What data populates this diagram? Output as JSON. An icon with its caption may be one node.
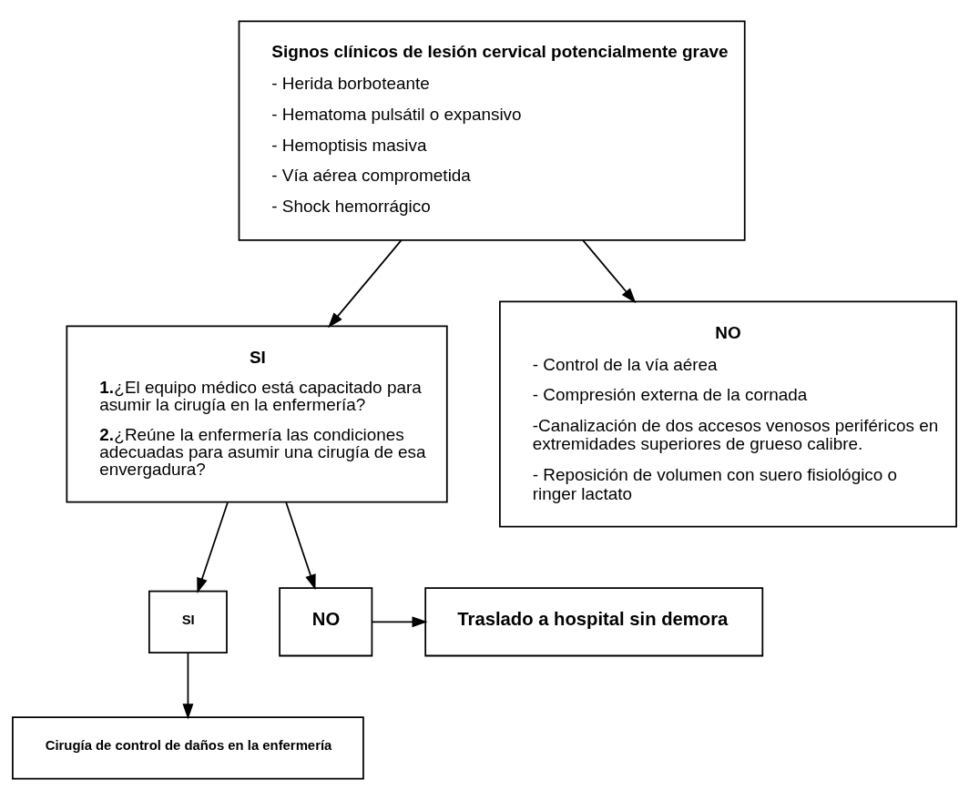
{
  "diagram": {
    "nodes": [
      {
        "text": [
          "Signos clínicos de lesión cervical potencialmente grave",
          "- Herida borboteante",
          "- Hematoma pulsátil o expansivo",
          "- Hemoptisis masiva",
          "- Vía aérea comprometida",
          "- Shock hemorrágico"
        ]
      },
      {
        "text": [
          "SI",
          "**1.**¿El equipo médico está capacitado para asumir la cirugía en la enfermería?",
          "**2.**¿Reúne la enfermería las condiciones adecuadas para asumir una cirugía de esa envergadura?"
        ]
      },
      {
        "text": [
          "NO",
          "- Control de la vía aérea",
          "- Compresión externa de la cornada",
          "-Canalización de dos accesos venosos periféricos en extremidades superiores de grueso calibre.",
          "- Reposición de volumen con suero fisiológico o ringer lactato"
        ]
      },
      {
        "text": [
          "SI"
        ]
      },
      {
        "text": [
          "NO"
        ]
      },
      {
        "text": [
          "Traslado a hospital sin demora"
        ]
      },
      {
        "text": [
          "Cirugía de control de daños en la enfermería"
        ]
      }
    ],
    "edges": [
      {
        "from": 0,
        "to": 1,
        "arrow": "to"
      },
      {
        "from": 0,
        "to": 2,
        "arrow": "to"
      },
      {
        "from": 1,
        "to": 3,
        "arrow": "to"
      },
      {
        "from": 1,
        "to": 4,
        "arrow": "to"
      },
      {
        "from": 4,
        "to": 5,
        "arrow": "to"
      },
      {
        "from": 3,
        "to": 6,
        "arrow": "to"
      }
    ]
  }
}
